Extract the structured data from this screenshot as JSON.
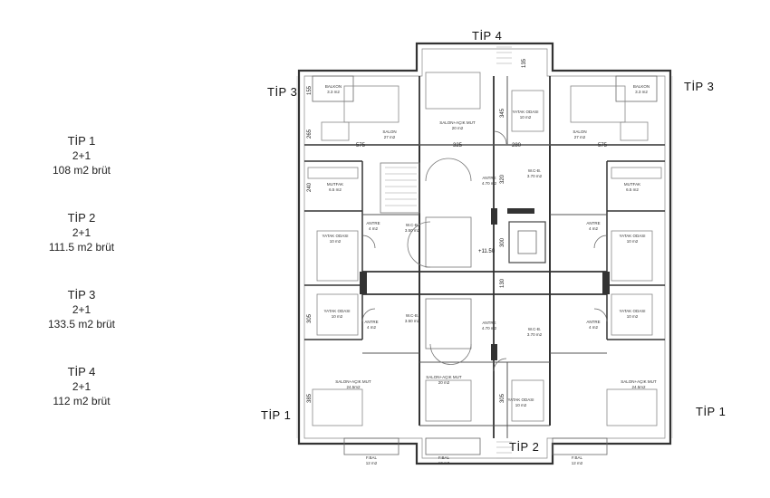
{
  "legend": [
    {
      "name": "TİP 1",
      "rooms": "2+1",
      "area": "108 m2 brüt"
    },
    {
      "name": "TİP 2",
      "rooms": "2+1",
      "area": "111.5 m2 brüt"
    },
    {
      "name": "TİP 3",
      "rooms": "2+1",
      "area": "133.5 m2 brüt"
    },
    {
      "name": "TİP 4",
      "rooms": "2+1",
      "area": "112 m2 brüt"
    }
  ],
  "plan_labels": {
    "tip4_top": "TİP 4",
    "tip3_left": "TİP 3",
    "tip3_right": "TİP 3",
    "tip1_left": "TİP 1",
    "tip1_right": "TİP 1",
    "tip2_bottom": "TİP 2"
  },
  "rooms": {
    "balkon": "BALKON",
    "balkon_area": "3.3 m2",
    "salon": "SALON",
    "salon_area": "27 m2",
    "salon_acik_mutfak": "SALON+AÇIK MUT",
    "salon_am_area_top": "20 m2",
    "salon_am_area_bottom": "24.5m2",
    "yatak_odasi": "YATAK ODASI",
    "yatak_area": "10 m2",
    "mutfak": "MUTFAK",
    "mutfak_area": "6.5 m2",
    "antre": "ANTRE",
    "antre_area_4": "4 m2",
    "antre_area_47": "4.70 m2",
    "wc": "W.C-B.",
    "wc_area": "3.70 m2",
    "wc_area_2": "3.50 m2",
    "f_bal": "F.BAL",
    "f_bal_area": "12 m2"
  },
  "dims": {
    "d575": "575",
    "d325": "325",
    "d280": "280",
    "d155": "155",
    "d265": "265",
    "d240": "240",
    "d345": "345",
    "d320": "320",
    "d300": "300",
    "d130": "130",
    "d305": "305",
    "d385": "385",
    "d135": "135"
  },
  "level": "+11.50"
}
